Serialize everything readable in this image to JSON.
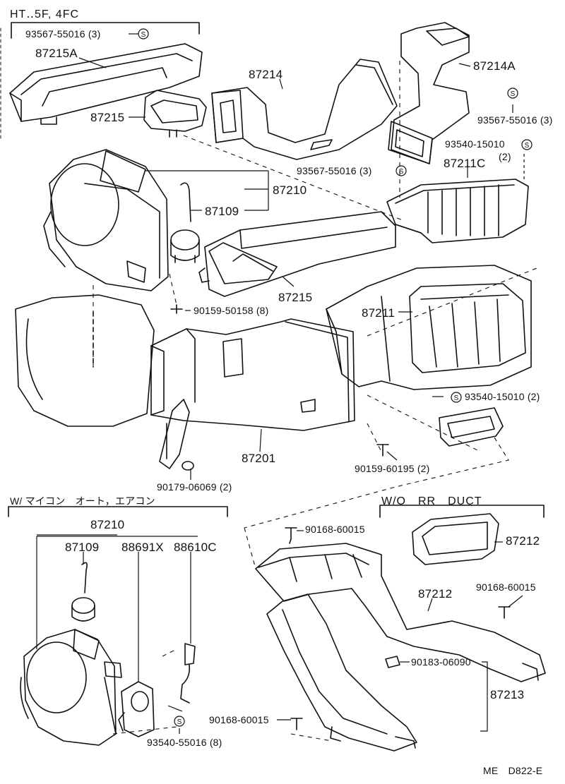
{
  "sections": {
    "top": {
      "header": "HT‥5F, 4FC"
    },
    "bottom_left": {
      "header": "W/ マイコン　オート，エアコン"
    },
    "bottom_right": {
      "header": "W/O　RR　DUCT"
    }
  },
  "labels": {
    "p93567_55016_3_a": "93567-55016 (3)",
    "p87215A": "87215A",
    "p87215_a": "87215",
    "p87214": "87214",
    "p87214A": "87214A",
    "p93567_55016_3_b": "93567-55016 (3)",
    "p93540_15010_2_a": "93540-15010",
    "p2_a": "(2)",
    "p93567_55016_3_c": "93567-55016 (3)",
    "p87211C": "87211C",
    "p87210_a": "87210",
    "p87109_a": "87109",
    "p87215_b": "87215",
    "p87211": "87211",
    "p90159_50158_8": "90159-50158 (8)",
    "p93540_15010_2_b": "93540-15010 (2)",
    "p87201": "87201",
    "p90159_60195_2": "90159-60195 (2)",
    "p90179_06069_2": "90179-06069 (2)",
    "p87210_b": "87210",
    "p87109_b": "87109",
    "p88691X": "88691X",
    "p88610C": "88610C",
    "p93540_55016_8": "93540-55016 (8)",
    "p90168_60015_a": "90168-60015",
    "p87212_a": "87212",
    "p87212_b": "87212",
    "p90168_60015_b": "90168-60015",
    "p90183_06090": "90183-06090",
    "p87213": "87213",
    "p90168_60015_c": "90168-60015",
    "code": "ME　D822-E"
  },
  "symbols": {
    "screw_mark": "S"
  }
}
